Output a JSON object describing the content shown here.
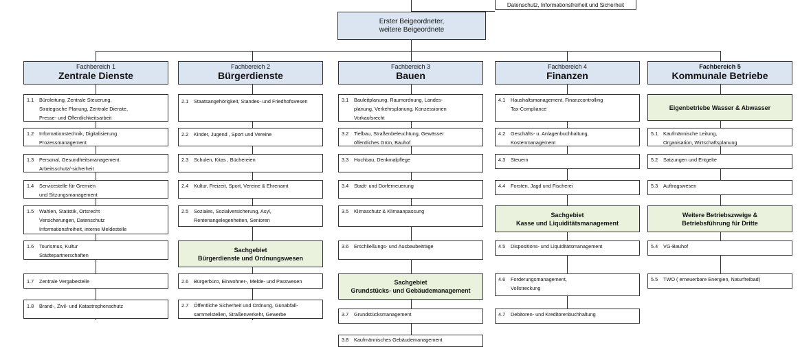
{
  "top_box": {
    "text": "Datenschutz, Informationsfreiheit und Sicherheit"
  },
  "beigeordnete": {
    "line1": "Erster Beigeordneter,",
    "line2": "weitere Beigeordnete"
  },
  "columns": [
    {
      "sub": "Fachbereich 1",
      "name": "Zentrale Dienste",
      "items": [
        {
          "num": "1.1",
          "text": "Büroleitung, Zentrale Steuerung,\nStrategische Planung, Zentrale Dienste,\nPresse- und Öffentlichkeitsarbeit"
        },
        {
          "num": "1.2",
          "text": "Informationstechnik, Digitalisierung\nProzessmanagement"
        },
        {
          "num": "1.3",
          "text": "Personal, Gesundheitsmanagement\nArbeitsschutz/-sicherheit"
        },
        {
          "num": "1.4",
          "text": "Servicestelle für Gremien\nund Sitzungsmanagement"
        },
        {
          "num": "1.5",
          "text": "Wahlen, Statistik, Ortsrecht\nVersicherungen, Datenschutz\nInformationsfreiheit, interne Meldestelle"
        },
        {
          "num": "1.6",
          "text": "Tourismus, Kultur\nStädtepartnerschaften"
        },
        {
          "num": "1.7",
          "text": "Zentrale Vergabestelle"
        },
        {
          "num": "1.8",
          "text": "Brand-, Zivil- und Katastrophenschutz"
        }
      ]
    },
    {
      "sub": "Fachbereich 2",
      "name": "Bürgerdienste",
      "items": [
        {
          "num": "2.1",
          "text": "Staatsangehörigkeit, Standes- und Friedhofswesen"
        },
        {
          "num": "2.2",
          "text": "Kinder, Jugend , Sport und Vereine"
        },
        {
          "num": "2.3",
          "text": "Schulen, Kitas , Büchereien"
        },
        {
          "num": "2.4",
          "text": "Kultur, Freizeit, Sport, Vereine & Ehrenamt"
        },
        {
          "num": "2.5",
          "text": "Soziales, Sozialversicherung, Asyl,\nRentenangelegenheiten, Senioren"
        },
        {
          "num": "2.6",
          "text": "Bürgerbüro, Einwohner-, Melde- und Passwesen"
        },
        {
          "num": "2.7",
          "text": "Öffentliche Sicherheit und Ordnung, Günabfall-\nsammelstellen, Straßenverkehr, Gewerbe"
        }
      ],
      "sach": {
        "line1": "Sachgebiet",
        "line2": "Bürgerdienste und Ordnungswesen"
      }
    },
    {
      "sub": "Fachbereich 3",
      "name": "Bauen",
      "items": [
        {
          "num": "3.1",
          "text": "Bauleitplanung, Raumordnung, Landes-\nplanung, Verkehrsplanung, Konzessionen\nVorkaufsrecht"
        },
        {
          "num": "3.2",
          "text": "Tiefbau, Straßenbeleuchtung, Gewässer\nöffentliches Grün, Bauhof"
        },
        {
          "num": "3.3",
          "text": "Hochbau, Denkmalpflege"
        },
        {
          "num": "3.4",
          "text": "Stadt- und Dorferneuerung"
        },
        {
          "num": "3.5",
          "text": "Klimaschutz & Klimaanpassung"
        },
        {
          "num": "3.6",
          "text": "Erschließungs- und Ausbaubeiträge"
        },
        {
          "num": "3.7",
          "text": "Grundstücksmanagement"
        },
        {
          "num": "3.8",
          "text": "Kaufmännisches Gebäudemanagement"
        }
      ],
      "sach": {
        "line1": "Sachgebiet",
        "line2": "Grundstücks- und Gebäudemanagement"
      }
    },
    {
      "sub": "Fachbereich 4",
      "name": "Finanzen",
      "items": [
        {
          "num": "4.1",
          "text": "Haushaltsmanagement,  Finanzcontrolling\nTax-Compliance"
        },
        {
          "num": "4.2",
          "text": "Geschäfts- u. Anlagenbuchhaltung,\nKostenmanagement"
        },
        {
          "num": "4.3",
          "text": "Steuern"
        },
        {
          "num": "4.4",
          "text": "Forsten, Jagd und Fischerei"
        },
        {
          "num": "4.5",
          "text": "Dispositions- und Liquiditätsmanagement"
        },
        {
          "num": "4.6",
          "text": "Forderungsmanagement,\nVollstreckung"
        },
        {
          "num": "4.7",
          "text": "Debitoren- und Kreditorenbuchhaltung"
        }
      ],
      "sach": {
        "line1": "Sachgebiet",
        "line2": "Kasse und Liquiditätsmanagement"
      }
    },
    {
      "sub": "Fachbereich 5",
      "name": "Kommunale Betriebe",
      "items": [
        {
          "num": "5.1",
          "text": "Kaufmännische Leitung,\nOrganisation, Wirtschaftsplanung"
        },
        {
          "num": "5.2",
          "text": "Satzungen und Entgelte"
        },
        {
          "num": "5.3",
          "text": "Auftragswesen"
        },
        {
          "num": "5.4",
          "text": "VG-Bauhof"
        },
        {
          "num": "5.5",
          "text": "TWO ( erneuerbare Energien, Naturfreibad)"
        }
      ],
      "sach_top": {
        "line1": "Eigenbetriebe Wasser & Abwasser"
      },
      "sach": {
        "line1": "Weitere Betriebszweige &",
        "line2": "Betriebsführung für Dritte"
      }
    }
  ],
  "colors": {
    "header_fill": "#dbe5f1",
    "sachgebiet_fill": "#eaf1dd",
    "line": "#333333"
  }
}
